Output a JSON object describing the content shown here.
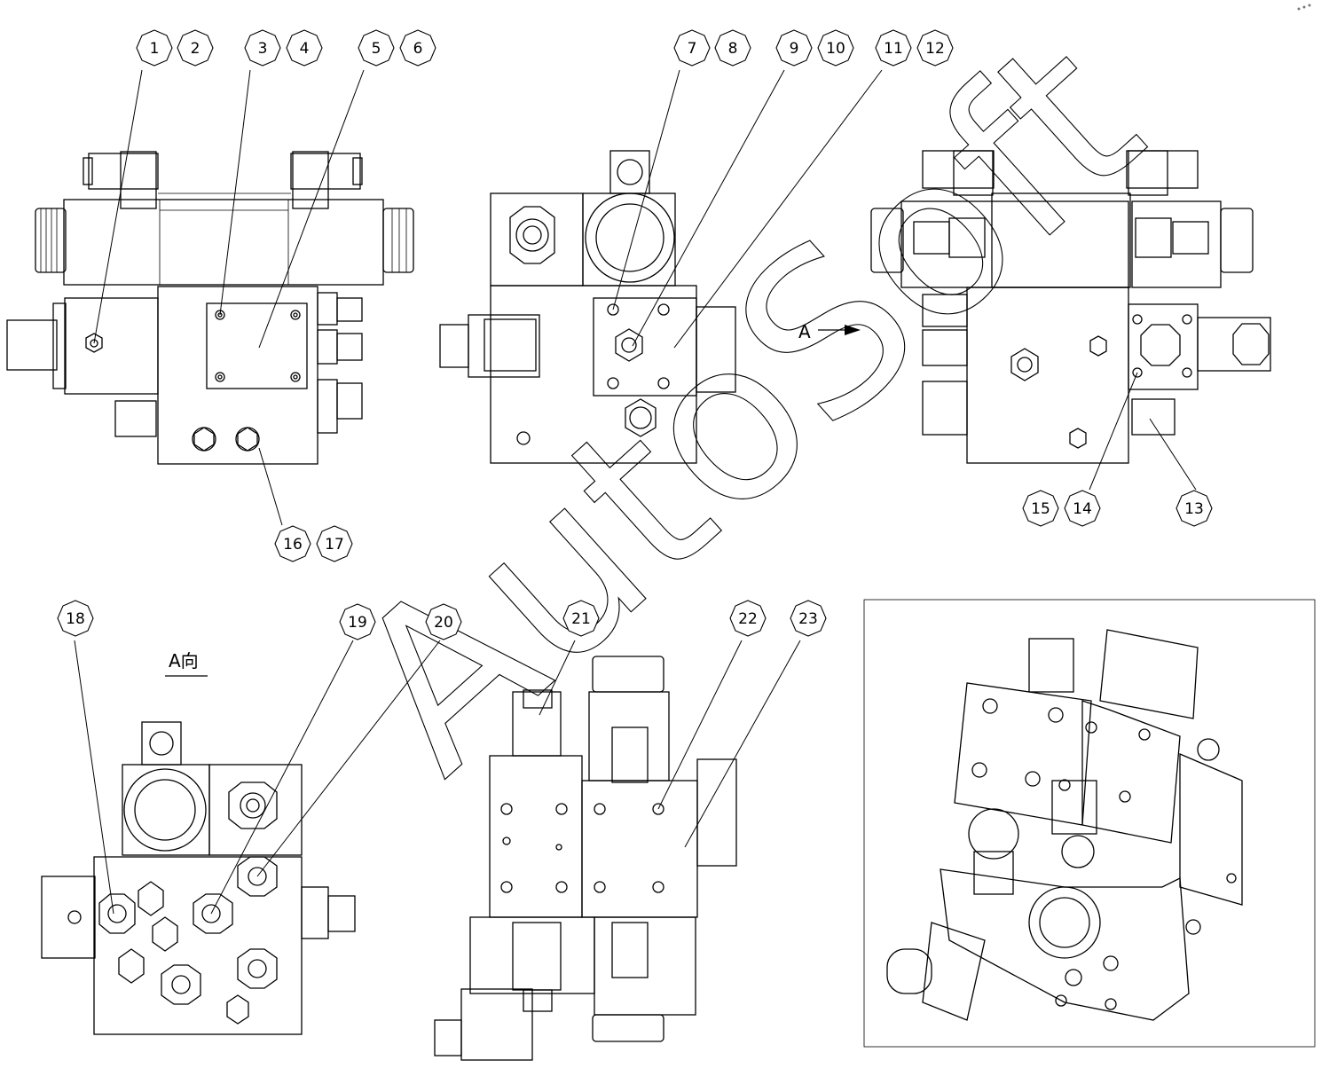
{
  "balloons": [
    "1",
    "2",
    "3",
    "4",
    "5",
    "6",
    "7",
    "8",
    "9",
    "10",
    "11",
    "12",
    "13",
    "14",
    "15",
    "16",
    "17",
    "18",
    "19",
    "20",
    "21",
    "22",
    "23"
  ],
  "labels": {
    "arrow_label": "A",
    "view_label": "A向",
    "watermark": "AutoSoft"
  },
  "colors": {
    "line": "#000000",
    "background": "#ffffff"
  }
}
